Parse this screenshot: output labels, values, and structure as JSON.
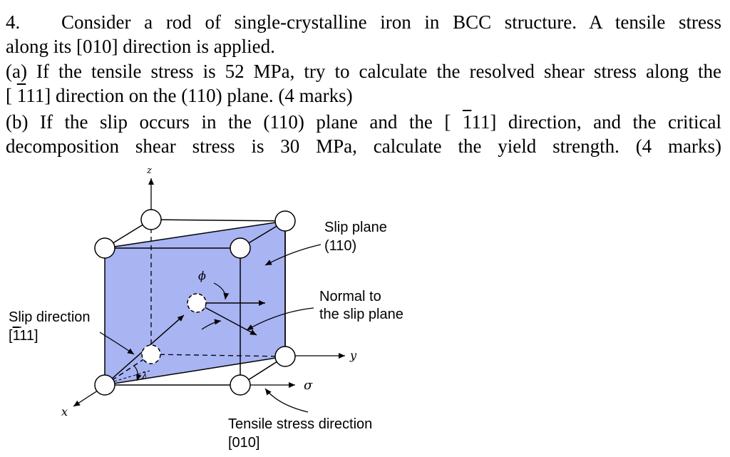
{
  "question": {
    "number": "4.",
    "line1": "Consider a rod of single-crystalline iron in BCC structure. A tensile stress",
    "line2": "along its [010] direction is applied.",
    "a_line1": "(a) If the tensile stress is 52 MPa, try to calculate the resolved shear stress along the",
    "a_line2_pre": "[ ",
    "a_line2_bar": "1",
    "a_line2_post": "11] direction on the (110) plane. (4 marks)",
    "b_line1_pre": "(b) If the slip occurs in the (110) plane and the [ ",
    "b_line1_bar": "1",
    "b_line1_post": "11] direction, and the critical",
    "b_line2": "decomposition shear stress is 30 MPa, calculate the yield strength. (4 marks)"
  },
  "figure": {
    "axis_z": "z",
    "axis_y": "y",
    "axis_x": "x",
    "phi": "ϕ",
    "lambda": "λ",
    "sigma": "σ",
    "slip_plane_label": "Slip plane",
    "slip_plane_index": "(110)",
    "normal_line1": "Normal to",
    "normal_line2": "the slip plane",
    "slip_dir_label": "Slip direction",
    "slip_dir_pre": "[",
    "slip_dir_bar": "1",
    "slip_dir_post": "11]",
    "tensile_line1": "Tensile stress direction",
    "tensile_line2": "[010]",
    "plane_color": "#a9b4f3"
  }
}
